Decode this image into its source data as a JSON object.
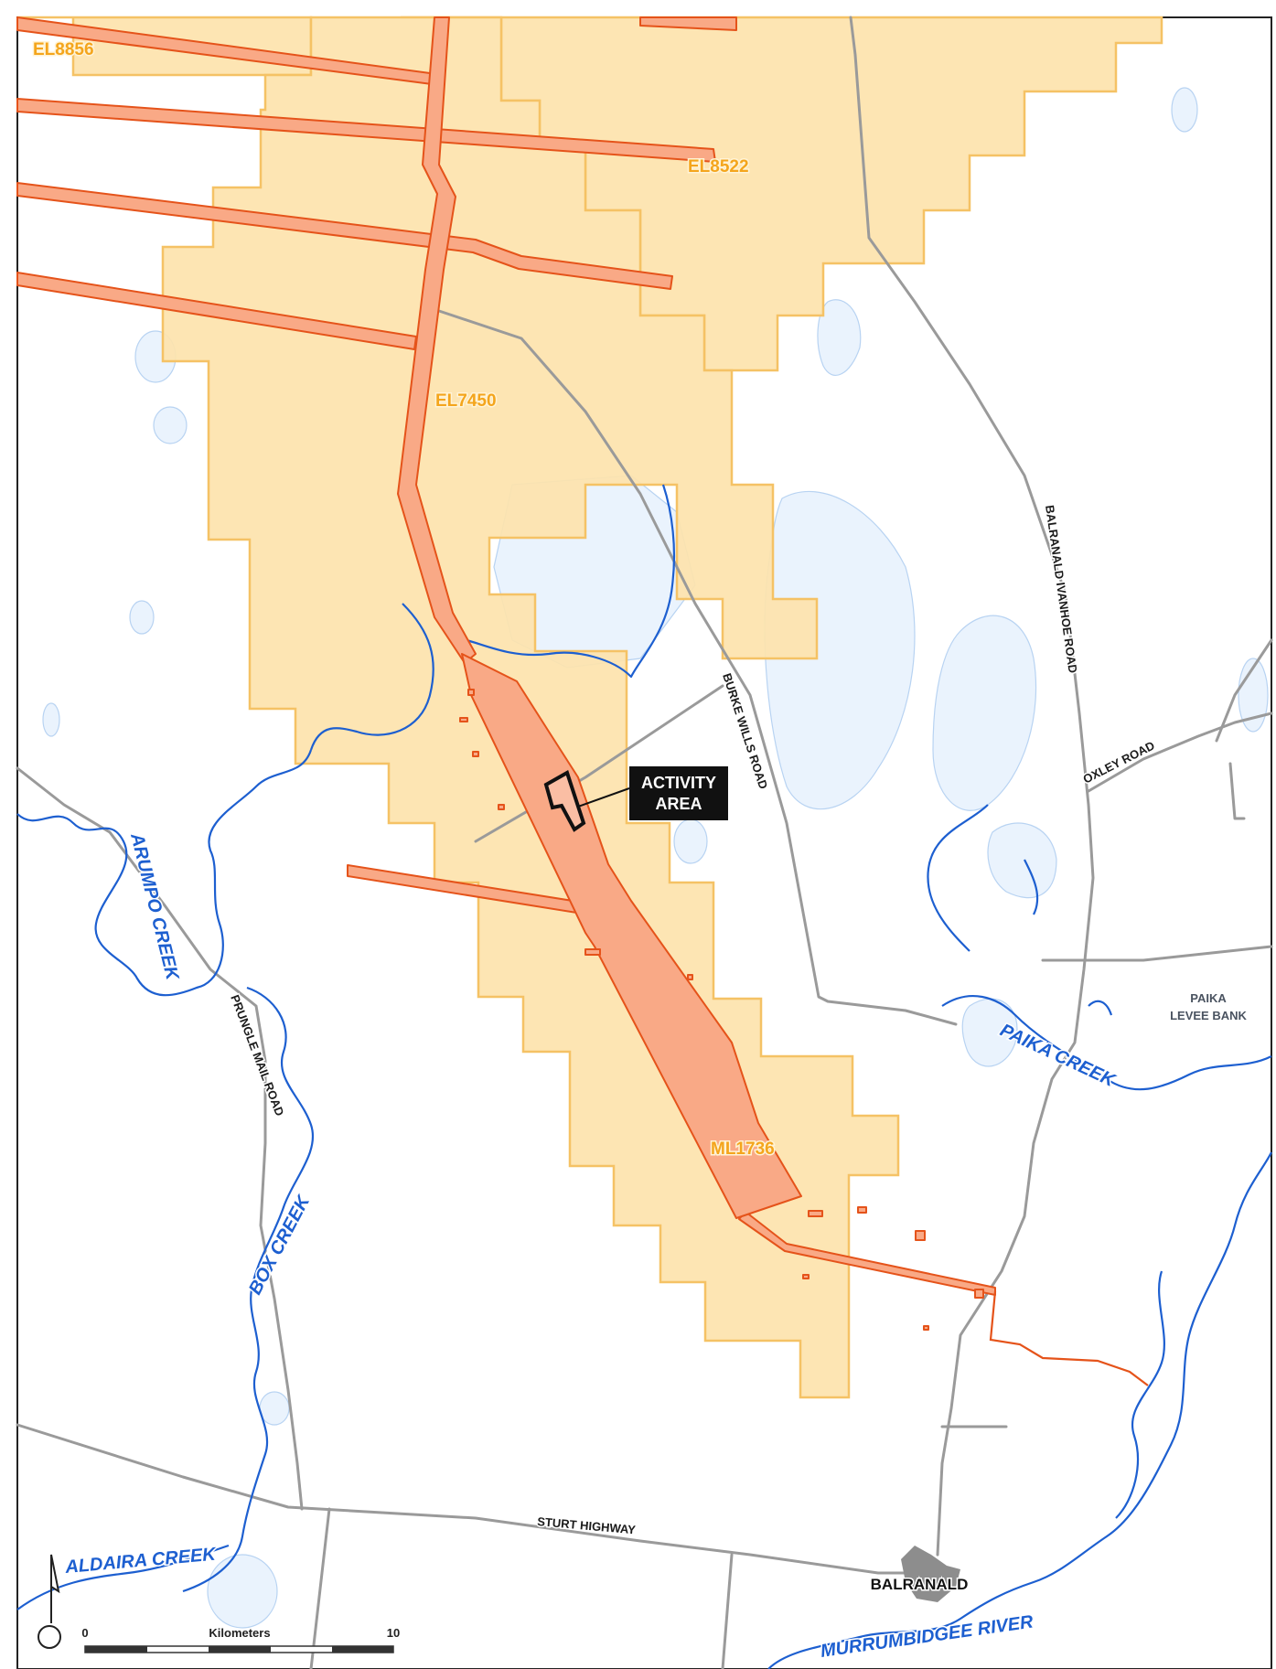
{
  "tenements": {
    "el8856": "EL8856",
    "el8522": "EL8522",
    "el7450": "EL7450",
    "ml1736": "ML1736"
  },
  "callout": {
    "line1": "ACTIVITY",
    "line2": "AREA"
  },
  "roads": {
    "burke_wills": "BURKE WILLS ROAD",
    "balranald_ivanhoe": "BALRANALD IVANHOE ROAD",
    "oxley": "OXLEY ROAD",
    "prungle_mail": "PRUNGLE MAIL ROAD",
    "sturt_highway": "STURT HIGHWAY"
  },
  "waterways": {
    "arumpo_creek": "ARUMPO CREEK",
    "box_creek": "BOX CREEK",
    "paika_creek": "PAIKA CREEK",
    "baldaira_creek": "ALDAIRA CREEK",
    "murrumbidgee_river": "MURRUMBIDGEE RIVER"
  },
  "places": {
    "paika_line1": "PAIKA",
    "paika_line2": "LEVEE BANK",
    "balranald": "BALRANALD"
  },
  "scale_bar": {
    "start": "0",
    "unit": "Kilometers",
    "end": "10"
  },
  "colors": {
    "tenement_fill": "#fde3ad",
    "tenement_stroke": "#f5c265",
    "mining_fill": "#f9a986",
    "mining_stroke": "#e5531a",
    "water_fill": "#eaf3fd",
    "water_stroke": "#1d5fd0",
    "road": "#9a9a9a"
  }
}
